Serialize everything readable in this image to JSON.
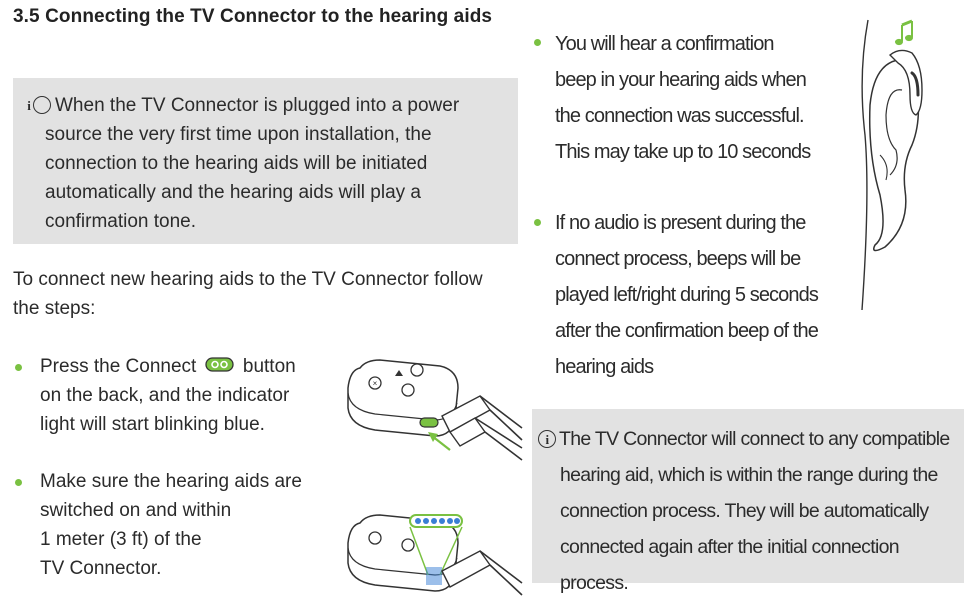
{
  "title": "3.5 Connecting the TV Connector to the hearing aids",
  "note_left": {
    "icon": "info-icon",
    "lines": [
      "When the TV Connector is plugged into a power",
      "source the very first time upon installation, the",
      "connection to the hearing aids will be initiated",
      "automatically and the hearing aids will play a",
      "confirmation tone."
    ]
  },
  "intro": {
    "lines": [
      "To connect new hearing aids to the TV Connector follow",
      "the steps:"
    ]
  },
  "left_bullets": [
    {
      "lines": [
        "Press the Connect",
        "on the back, and the indicator",
        "light will start blinking blue."
      ],
      "inline_icon": "connect-button-icon",
      "after_icon": " button"
    },
    {
      "lines": [
        "Make sure the hearing aids are",
        "switched on and within",
        "1 meter (3 ft) of the",
        "TV Connector."
      ]
    }
  ],
  "right_bullets": [
    {
      "lines": [
        "You will hear a confirmation",
        "beep in your hearing aids when",
        "the connection was successful.",
        "This may take up to 10 seconds"
      ]
    },
    {
      "lines": [
        "If no audio is present during the",
        "connect process, beeps will be",
        "played left/right during 5 seconds",
        "after the confirmation beep of the",
        "hearing aids"
      ]
    }
  ],
  "note_right": {
    "icon": "info-icon",
    "lines": [
      "The TV Connector will connect to any compatible",
      "hearing aid, which is within the range during the",
      "connection process. They will be automatically",
      "connected again after the initial connection process."
    ]
  },
  "info_glyph": "i",
  "colors": {
    "accent": "#7ac142",
    "note_bg": "#e2e2e2",
    "indicator_blue": "#3a7fd5"
  }
}
